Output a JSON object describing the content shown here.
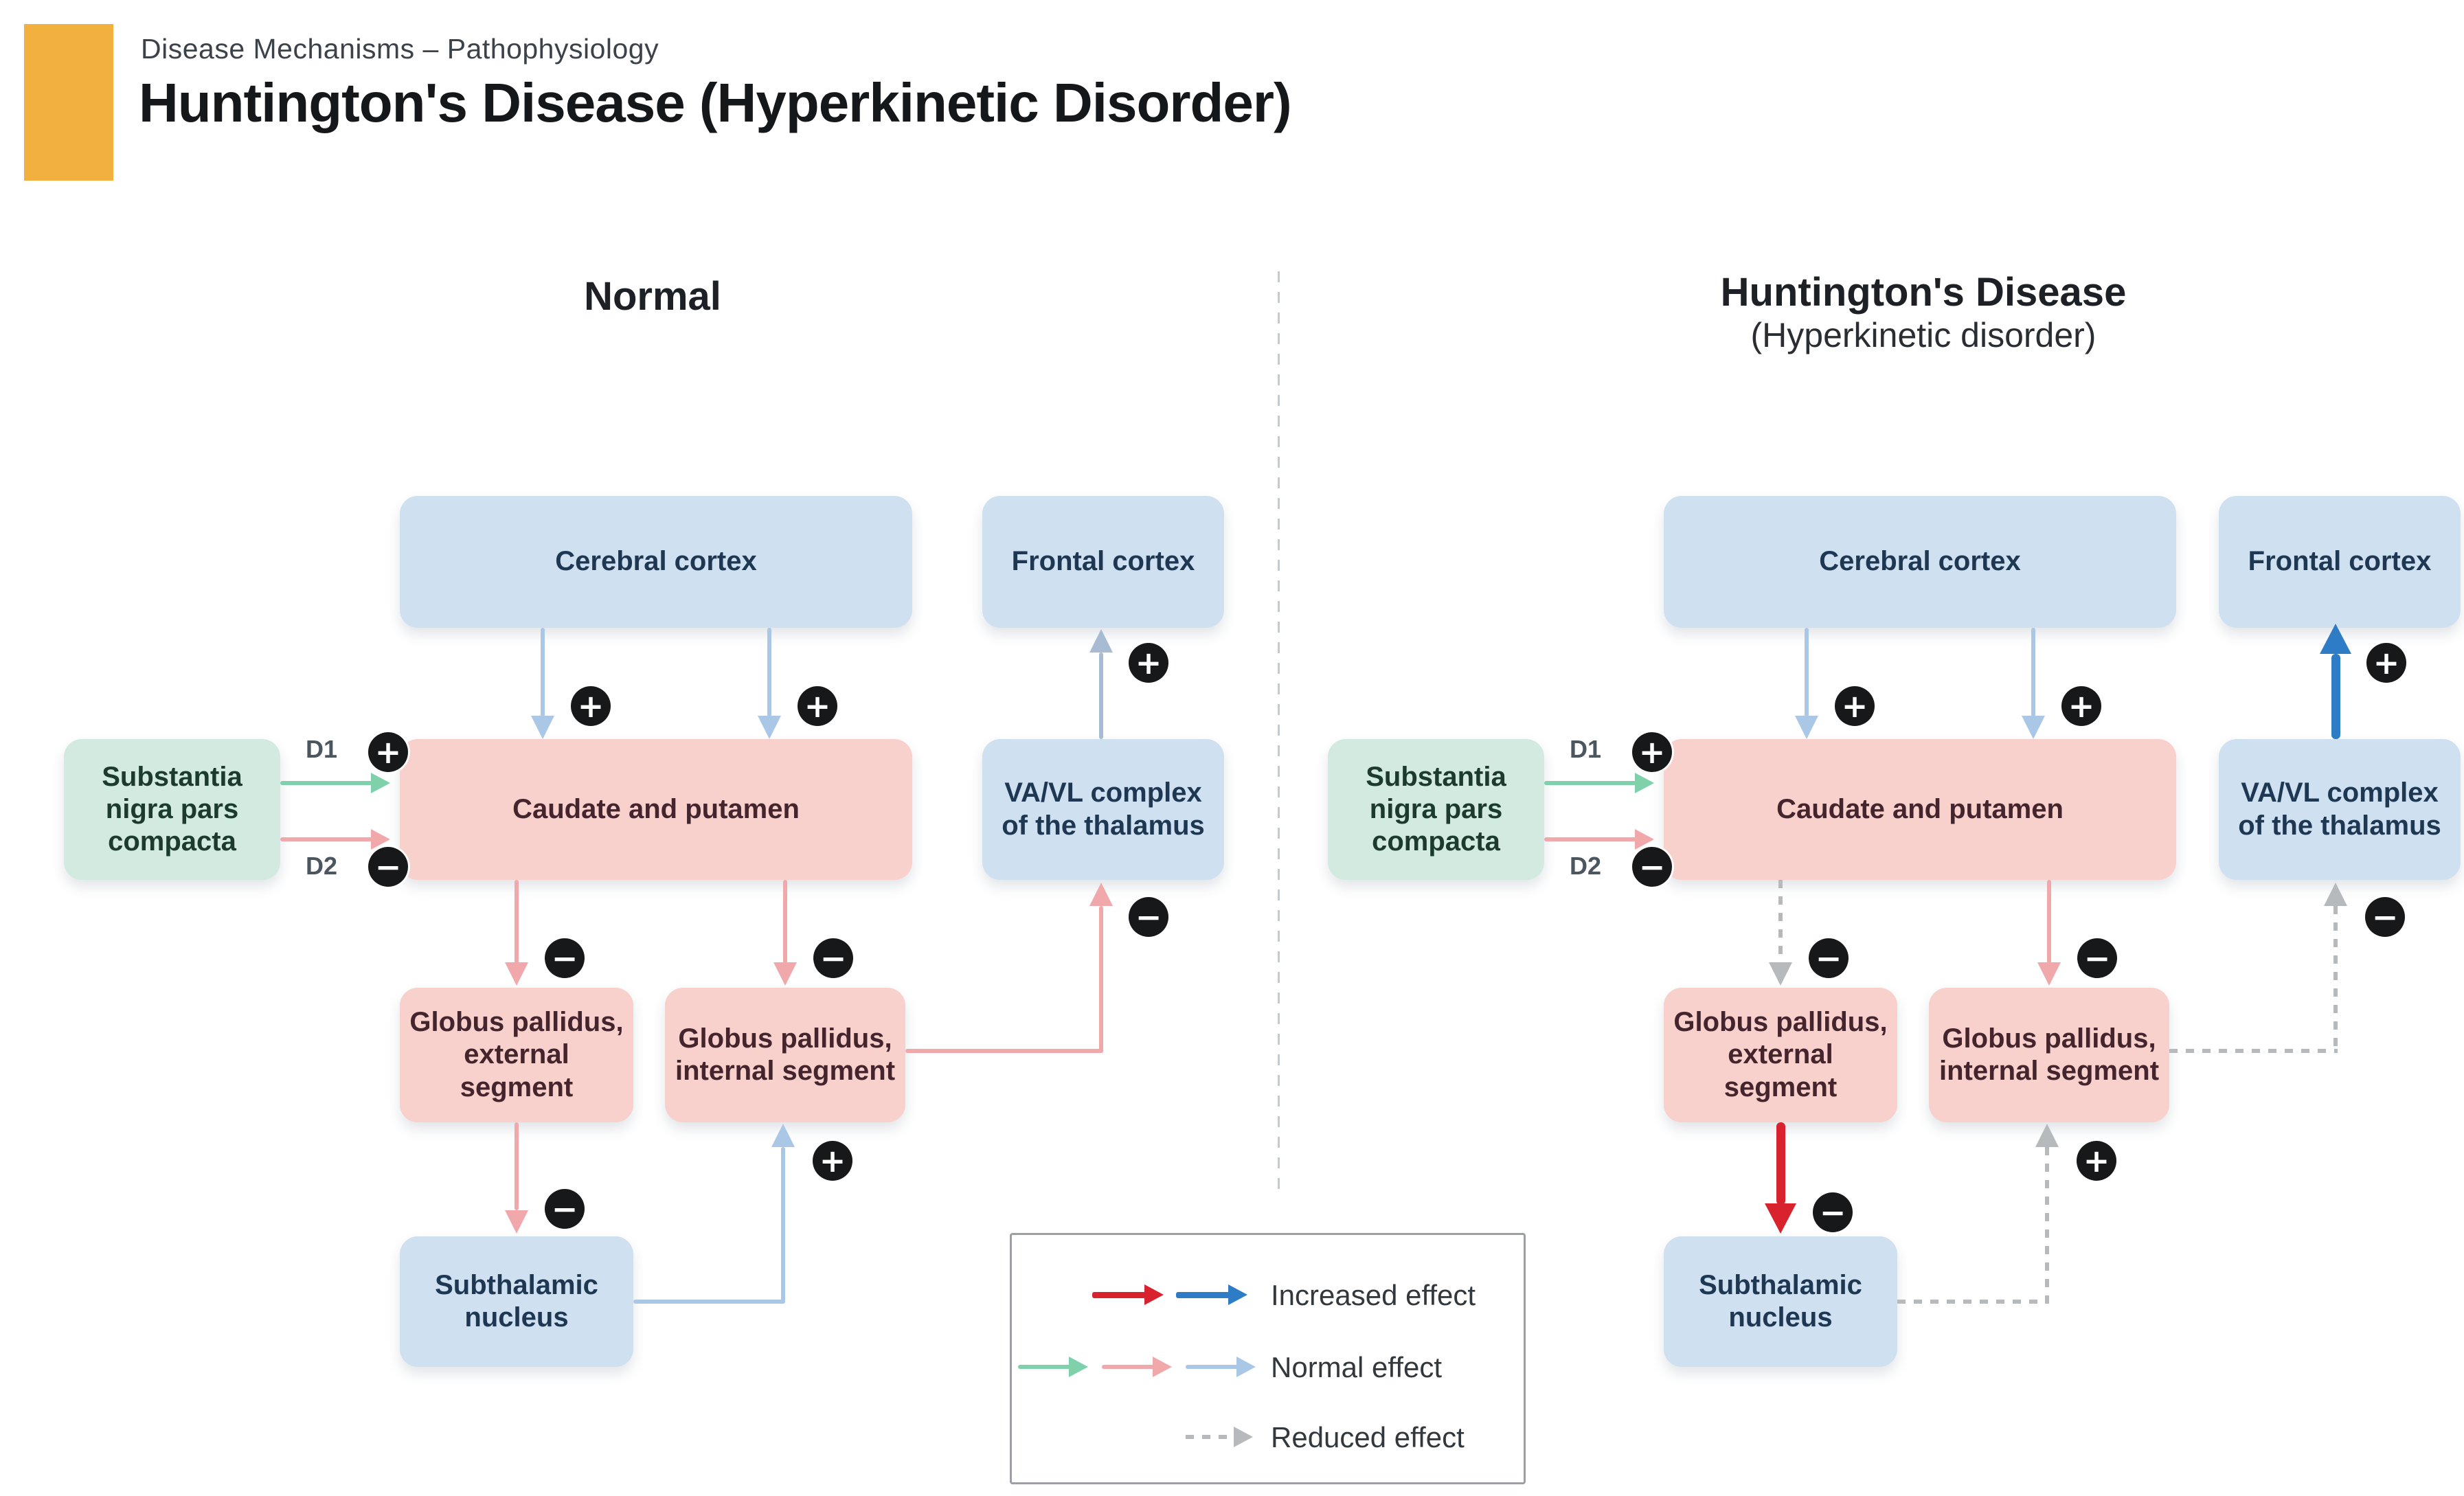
{
  "header": {
    "eyebrow": "Disease Mechanisms – Pathophysiology",
    "title": "Huntington's Disease (Hyperkinetic Disorder)",
    "accent_color": "#F2B13E"
  },
  "panels": {
    "left": {
      "title": "Normal"
    },
    "right": {
      "title": "Huntington's Disease",
      "subtitle": "(Hyperkinetic disorder)"
    }
  },
  "boxes": {
    "cerebral_cortex": "Cerebral cortex",
    "frontal_cortex": "Frontal cortex",
    "substantia_nigra": "Substantia nigra pars compacta",
    "caudate_putamen": "Caudate and putamen",
    "vavl_thalamus": "VA/VL complex of the thalamus",
    "gp_external": "Globus pallidus, external segment",
    "gp_internal": "Globus pallidus, internal segment",
    "subthalamic": "Subthalamic nucleus"
  },
  "receptors": {
    "d1": "D1",
    "d2": "D2"
  },
  "badges": {
    "plus": "+",
    "minus": "−"
  },
  "legend": {
    "increased": "Increased effect",
    "normal": "Normal effect",
    "reduced": "Reduced effect"
  },
  "colors": {
    "box_blue": "#CFE0F1",
    "box_pink": "#F8D0CC",
    "box_green": "#D2EADF",
    "arrow_blue_light": "#AAC7E6",
    "arrow_blue_gray": "#A7BBD3",
    "arrow_green": "#7FD1AB",
    "arrow_pink": "#F1A8AB",
    "arrow_red": "#D8232F",
    "arrow_blue_strong": "#2F7CC6",
    "arrow_gray_dashed": "#B7BABD",
    "badge_background": "#17181A"
  }
}
